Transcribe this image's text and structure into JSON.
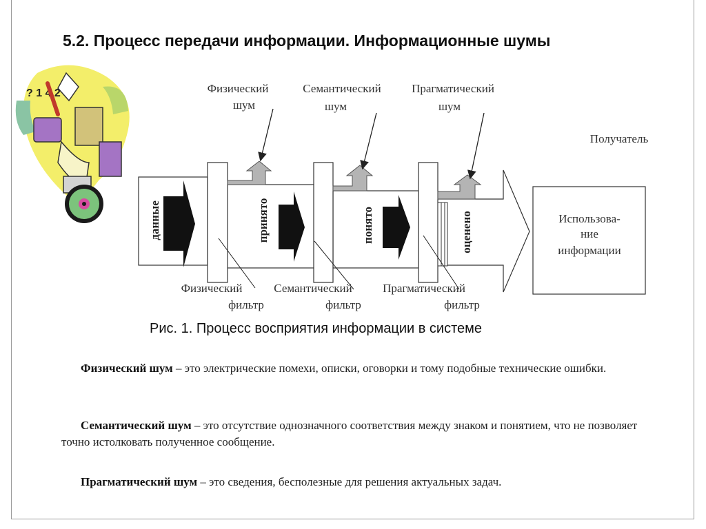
{
  "title": "5.2. Процесс передачи информации. Информационные шумы",
  "diagram": {
    "noise": {
      "physical": [
        "Физический",
        "шум"
      ],
      "semantic": [
        "Семантический",
        "шум"
      ],
      "pragmatic": [
        "Прагматический",
        "шум"
      ]
    },
    "receiver": "Получатель",
    "stages": {
      "data": "данные",
      "received": "принято",
      "understood": "понято",
      "evaluated": "оценено"
    },
    "filters": {
      "physical": [
        "Физический",
        "фильтр"
      ],
      "semantic": [
        "Семантический",
        "фильтр"
      ],
      "pragmatic": [
        "Прагматический",
        "фильтр"
      ]
    },
    "usage": [
      "Использова-",
      "ние",
      "информации"
    ]
  },
  "caption": "Рис. 1. Процесс восприятия информации в системе",
  "definitions": [
    {
      "term": "Физический шум",
      "text": " – это электрические помехи, описки, оговорки и тому подобные технические ошибки."
    },
    {
      "term": "Семантический шум",
      "text": " – это отсутствие однозначного соответствия между знаком и понятием, что не позволяет точно истолковать полученное сообщение."
    },
    {
      "term": "Прагматический шум",
      "text": " – это сведения, бесполезные для решения актуальных задач."
    }
  ]
}
